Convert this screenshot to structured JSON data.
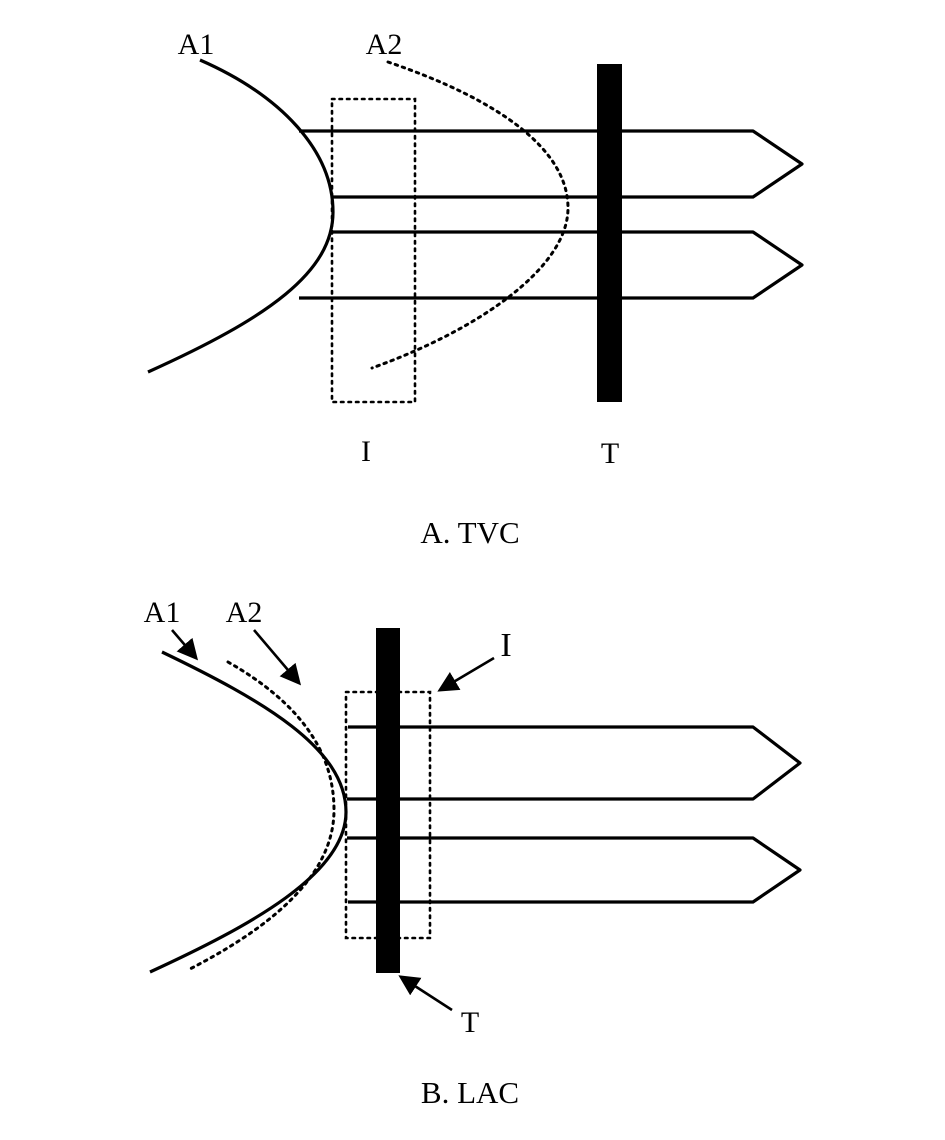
{
  "figure": {
    "ink_color": "#000000",
    "background_color": "#ffffff",
    "panels": [
      {
        "id": "A",
        "caption": "A. TVC",
        "labels": {
          "a1": "A1",
          "a2": "A2",
          "incision": "I",
          "tube": "T"
        }
      },
      {
        "id": "B",
        "caption": "B. LAC",
        "labels": {
          "a1": "A1",
          "a2": "A2",
          "incision": "I",
          "tube": "T"
        }
      }
    ]
  }
}
